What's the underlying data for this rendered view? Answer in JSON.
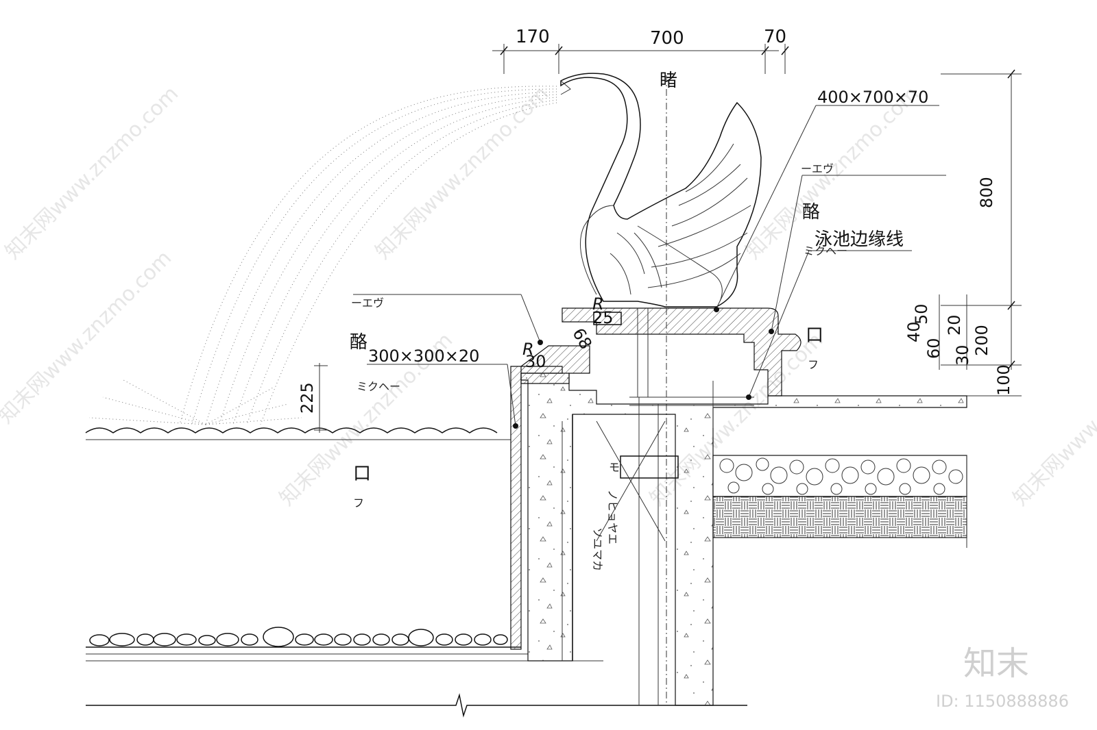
{
  "dimensions": {
    "top_left": "170",
    "top_center": "700",
    "top_right": "70",
    "right_height": "800",
    "right_small_1": "50",
    "right_small_2": "40",
    "right_small_3": "60",
    "right_small_4": "20",
    "right_small_5": "30",
    "right_small_6": "200",
    "right_small_7": "100",
    "jet_height": "225",
    "radius_small": "25",
    "radius_big": "30",
    "radius_diag": "68",
    "radius_letter": "R"
  },
  "labels": {
    "axis_char": "睹",
    "top_plate": "400×700×70",
    "left_plate": "300×300×20",
    "pool_edge": "泳池边缘线",
    "left_char": "酪",
    "right_char": "酪",
    "left_garbled_top": "ーエヴ",
    "left_garbled_bottom": "ミクヘー",
    "left_garbled_tail": "フ",
    "right_garbled_top": "ーエヴ",
    "right_garbled_bottom": "ミクヘー",
    "right_garbled_tail": "フ",
    "pipe_text_1": "モ",
    "pipe_text_2": "ノヒョヤエ",
    "pipe_text_3": "ソユマカ",
    "box_glyph": "口"
  },
  "watermark": {
    "text": "知末网www.znzmo.com",
    "brand": "知末",
    "id": "ID: 1150888886"
  }
}
